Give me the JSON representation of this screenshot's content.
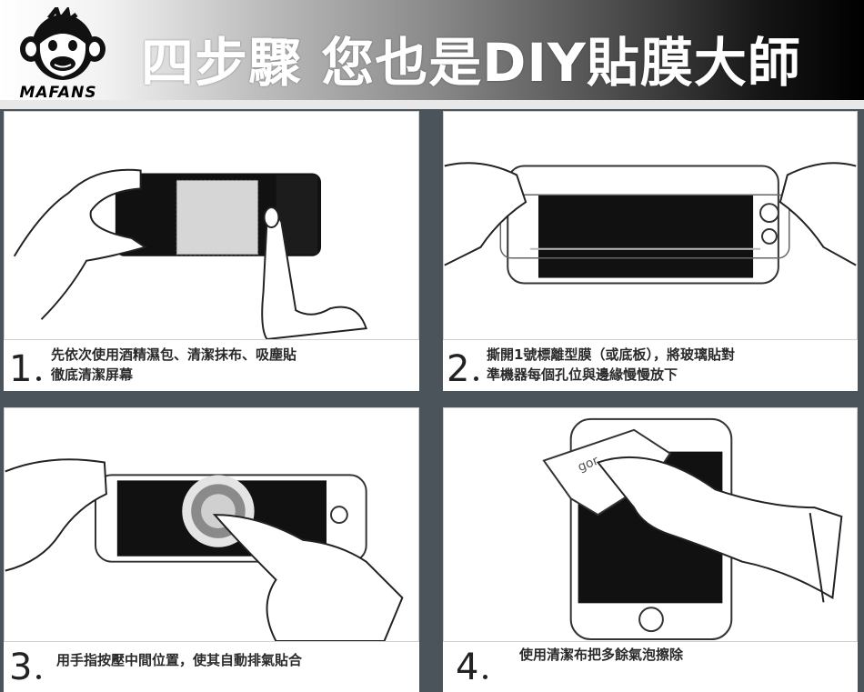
{
  "header": {
    "title": "四步驟 您也是DIY貼膜大師",
    "brand": "MAFANS",
    "logo_icon": "monkey-logo-icon"
  },
  "steps": [
    {
      "number": "1",
      "line1": "先依次使用酒精濕包、清潔抹布、吸塵貼",
      "line2": "徹底清潔屏幕"
    },
    {
      "number": "2",
      "line1": "撕開1號標離型膜（或底板），將玻璃貼對",
      "line2": "準機器每個孔位與邊緣慢慢放下"
    },
    {
      "number": "3",
      "line1": "用手指按壓中間位置，使其自動排氣貼合",
      "line2": ""
    },
    {
      "number": "4",
      "line1": "使用清潔布把多餘氣泡擦除",
      "line2": ""
    }
  ],
  "illustrations": {
    "cloth_label": "gor",
    "colors": {
      "screen": "#111111",
      "line": "#333333",
      "background": "#4a545a"
    }
  }
}
